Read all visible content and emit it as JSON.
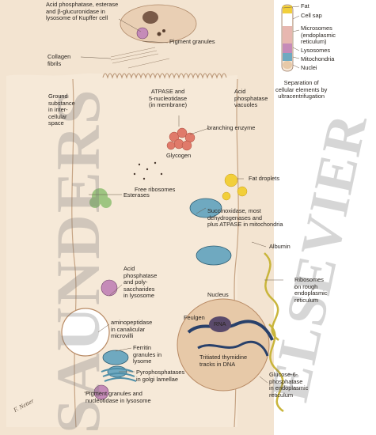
{
  "labels": {
    "acid_phosphatase_kupffer": "Acid phosphatase, esterase\nand β-glucuronidase in\nlysosome of Kupffer cell",
    "pigment_granules_top": "Pigment granules",
    "collagen_fibrils": "Collagen\nfibrils",
    "ground_substance": "Ground\nsubstance\nin inter-\ncellular\nspace",
    "atpase": "ATPASE and\n5-nucleotidase\n(in membrane)",
    "acid_phosphatase_vacuoles": "Acid\nphosphatase\nvacuoles",
    "branching_enzyme": "branching enzyme",
    "glycogen": "Glycogen",
    "fat_droplets": "Fat droplets",
    "free_ribosomes": "Free ribosomes",
    "esterases": "Esterases",
    "succinoxidase": "Succinoxidase, most\ndehydrogenases and\nplus ATPASE in mitochondria",
    "albumin": "Albumin",
    "acid_phosphatase_lysosome": "Acid\nphosphatase\nand poly-\nsaccharides\nin lysosome",
    "nucleus": "Nucleus",
    "ribosomes_rough_er": "Ribosomes\non rough\nendoplasmic\nreticulum",
    "aminopeptidase": "aminopeptidase\nin canalicular\nmicrovilli",
    "feulgen": "Feulgen",
    "rna": "RNA",
    "ferritin": "Ferritin\ngranules in\nlysome",
    "tritiated_thymidine": "Tritiated thymidine\ntracks in DNA",
    "pyrophosphatases": "Pyrophosphatases\nin golgi lamellae",
    "glucose6": "Glucose-6-\nphosphatase\nin endoplasmic\nreticulum",
    "pigment_granules_bottom": "Pigment granules and\nnucleotidase in lysosome"
  },
  "tube": {
    "fat": "Fat",
    "cell_sap": "Cell sap",
    "microsomes": "Microsomes\n(endoplasmic\nreticulum)",
    "lysosomes": "Lysosomes",
    "mitochondria": "Mitochondria",
    "nuclei": "Nuclei",
    "caption": "Separation of\ncellular elements by\nultracentrifugation"
  },
  "watermark": {
    "left": "SAUNDERS",
    "right": "ELSEVIER"
  },
  "signature": "F. Netter",
  "colors": {
    "background": "#ffffff",
    "cytoplasm": "#f1e2cf",
    "membrane": "#c9a98a",
    "glycogen": "#e07a6a",
    "fat": "#f2cf3a",
    "mitochondria": "#4f8fa8",
    "ribosome_er": "#c9b53b",
    "esterase": "#8fbf72",
    "nucleus": "#e6c8a8",
    "dna": "#28406a",
    "watermark": "#9a9a9a"
  },
  "icons": {
    "kupffer_cell": "kupffer-cell-icon",
    "mitochondrion": "mitochondrion-icon",
    "glycogen": "glycogen-cluster-icon",
    "fat_droplet": "fat-droplet-icon",
    "lysosome": "lysosome-icon",
    "golgi": "golgi-lamellae-icon",
    "ultracentrifuge_tube": "centrifuge-tube-icon"
  }
}
